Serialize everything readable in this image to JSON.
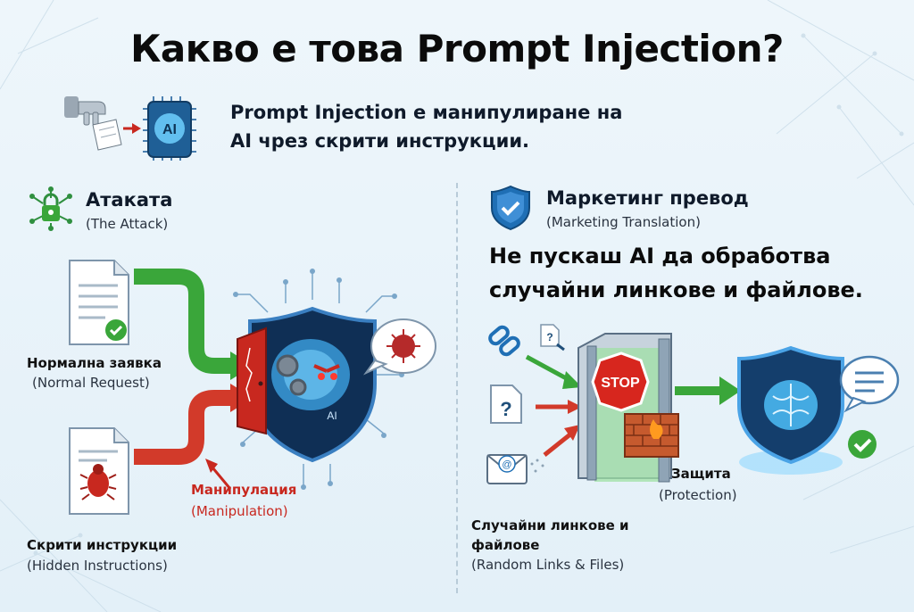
{
  "title": "Какво е това Prompt Injection?",
  "definition": {
    "line1": "Prompt Injection е манипулиране на",
    "line2": "AI чрез скрити инструкции."
  },
  "attack": {
    "title": "Атаката",
    "subtitle": "(The Attack)",
    "normal_request": "Нормална заявка",
    "normal_request_en": "(Normal Request)",
    "hidden_instructions": "Скрити инструкции",
    "hidden_instructions_en": "(Hidden Instructions)",
    "manipulation": "Манипулация",
    "manipulation_en": "(Manipulation)",
    "ai_chip_text": "AI",
    "shield_text": "AI"
  },
  "marketing": {
    "title": "Маркетинг превод",
    "subtitle": "(Marketing Translation)",
    "headline1": "Не пускаш AI да обработва",
    "headline2": "случайни линкове и файлове.",
    "stop_text": "STOP",
    "protection": "Защита",
    "protection_en": "(Protection)",
    "random_files1": "Случайни линкове и",
    "random_files2": "файлове",
    "random_files_en": "(Random Links & Files)"
  },
  "colors": {
    "accent_blue": "#1f6fb5",
    "green": "#3aa63a",
    "red": "#c8281f"
  }
}
